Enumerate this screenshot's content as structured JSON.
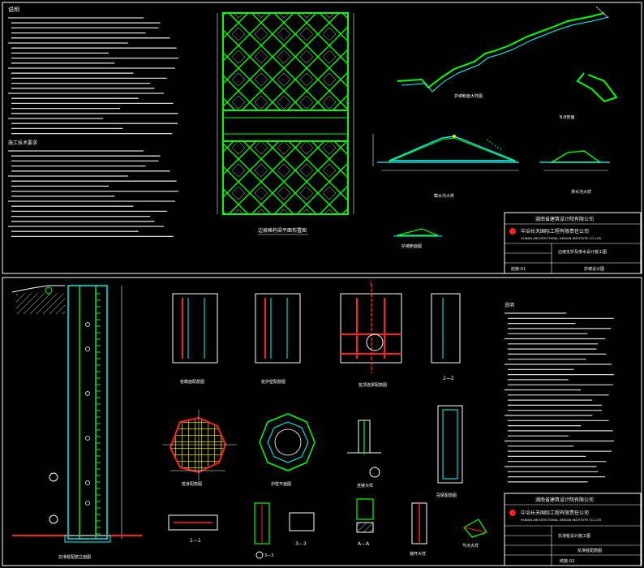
{
  "top_sheet": {
    "notes_title": "说明",
    "notes_section2": "施工技术要求",
    "slope_title": "边坡格构梁平面布置图",
    "section_a": "护坡断面大样图",
    "section_b": "B-B剖面",
    "section_c": "截水沟大样",
    "section_d": "排水沟大样",
    "section_e": "护坡断面图",
    "title_block": {
      "company": "湖南省建筑设计院有限公司",
      "company2": "中冶长天国际工程有限责任公司",
      "company_en": "HUNAN ARCHITECTURAL DESIGN INSTITUTE CO.,LTD",
      "project": "边坡支护及排水设计施工图",
      "drawing": "护坡设计图",
      "no": "结施-01"
    }
  },
  "bottom_sheet": {
    "pile_title": "抗滑桩配筋立面图",
    "v1": "桩截面配筋图",
    "v2": "桩护壁配筋图",
    "v3": "桩顶连梁配筋图",
    "v4": "2—2",
    "c1": "桩身配筋图",
    "c2": "护壁平面图",
    "c3": "连接大样",
    "c4": "冠梁配筋图",
    "b1": "1—1",
    "b2": "3—3",
    "b3": "3—3",
    "b4": "A—A",
    "b5": "锚杆大样",
    "b6": "节点大样",
    "mark2": "2",
    "notes_title": "说明",
    "title_block": {
      "company": "湖南省建筑设计院有限公司",
      "company2": "中冶长天国际工程有限责任公司",
      "company_en": "HUNAN ARCHITECTURAL DESIGN INSTITUTE CO.,LTD",
      "project": "抗滑桩设计施工图",
      "drawing": "抗滑桩配筋图",
      "no": "结施-02"
    }
  },
  "colors": {
    "background": "#000000",
    "frame": "#ffffff",
    "green": "#00ff00",
    "cyan": "#00ffff",
    "yellow": "#ffff00",
    "red": "#ff2020",
    "magenta": "#ff00ff"
  }
}
